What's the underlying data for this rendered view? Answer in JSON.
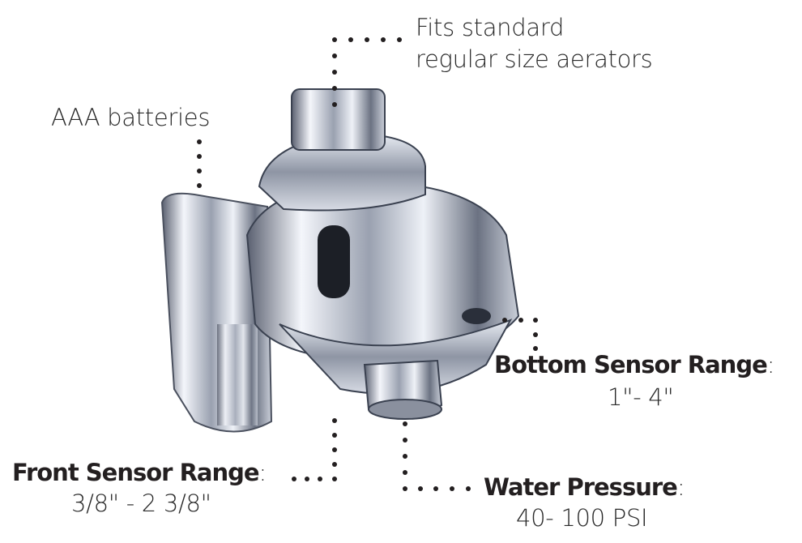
{
  "callouts": {
    "batteries": {
      "text": "AAA batteries"
    },
    "aerators": {
      "line1": "Fits standard",
      "line2": "regular size aerators"
    },
    "bottom_sensor": {
      "title": "Bottom Sensor Range",
      "colon": ":",
      "value": "1\"- 4\""
    },
    "front_sensor": {
      "title": "Front Sensor Range",
      "colon": ":",
      "value": "3/8\" - 2 3/8\""
    },
    "water_pressure": {
      "title": "Water Pressure",
      "colon": ":",
      "value": "40- 100 PSI"
    }
  },
  "colors": {
    "text": "#231f20",
    "chrome_light": "#f4f6fb",
    "chrome_dark": "#3a4150"
  }
}
